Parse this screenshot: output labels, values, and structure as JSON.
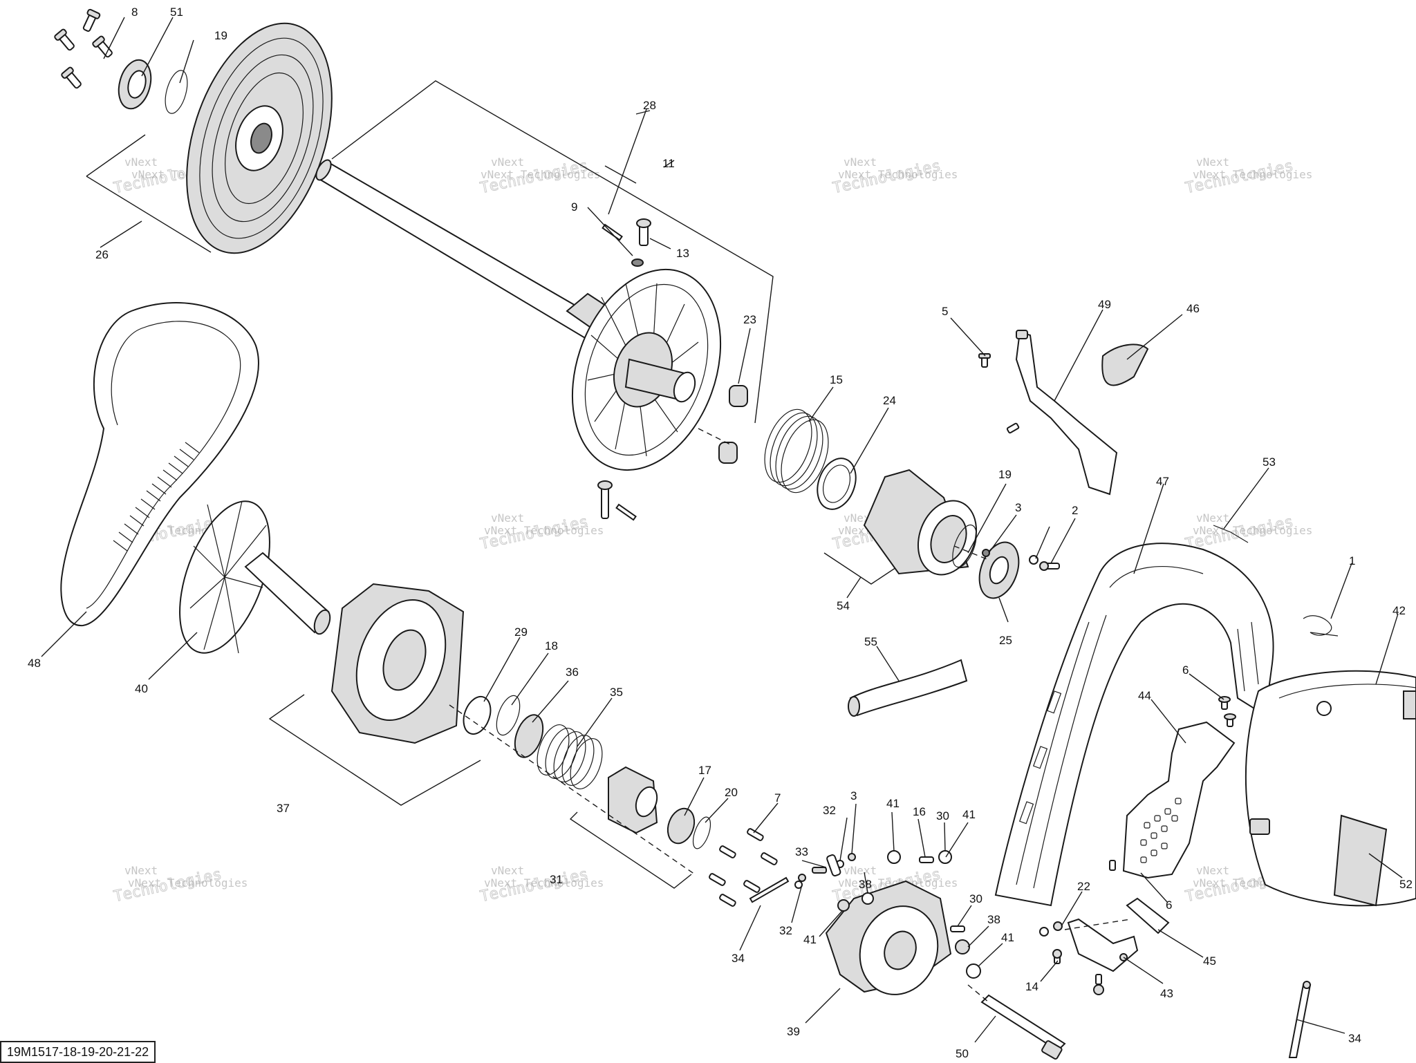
{
  "diagram_id": "19M1517-18-19-20-21-22",
  "watermark": {
    "line1": "vNext",
    "line2": "Technologies",
    "full": "vNext Technologies"
  },
  "callouts": {
    "c1": "1",
    "c2": "2",
    "c3a": "3",
    "c3b": "3",
    "c5": "5",
    "c6a": "6",
    "c6b": "6",
    "c7": "7",
    "c8": "8",
    "c9": "9",
    "c11": "11",
    "c13": "13",
    "c14": "14",
    "c15": "15",
    "c16": "16",
    "c17": "17",
    "c18": "18",
    "c19a": "19",
    "c19b": "19",
    "c20": "20",
    "c22": "22",
    "c23": "23",
    "c24": "24",
    "c25": "25",
    "c26": "26",
    "c28": "28",
    "c29": "29",
    "c30a": "30",
    "c30b": "30",
    "c31": "31",
    "c32a": "32",
    "c32b": "32",
    "c33": "33",
    "c34a": "34",
    "c34b": "34",
    "c35": "35",
    "c36": "36",
    "c37": "37",
    "c38a": "38",
    "c38b": "38",
    "c39": "39",
    "c40": "40",
    "c41a": "41",
    "c41b": "41",
    "c41c": "41",
    "c41d": "41",
    "c42": "42",
    "c43": "43",
    "c44": "44",
    "c45": "45",
    "c46": "46",
    "c47": "47",
    "c48": "48",
    "c49": "49",
    "c50": "50",
    "c51": "51",
    "c52": "52",
    "c53": "53",
    "c54": "54",
    "c55": "55"
  }
}
